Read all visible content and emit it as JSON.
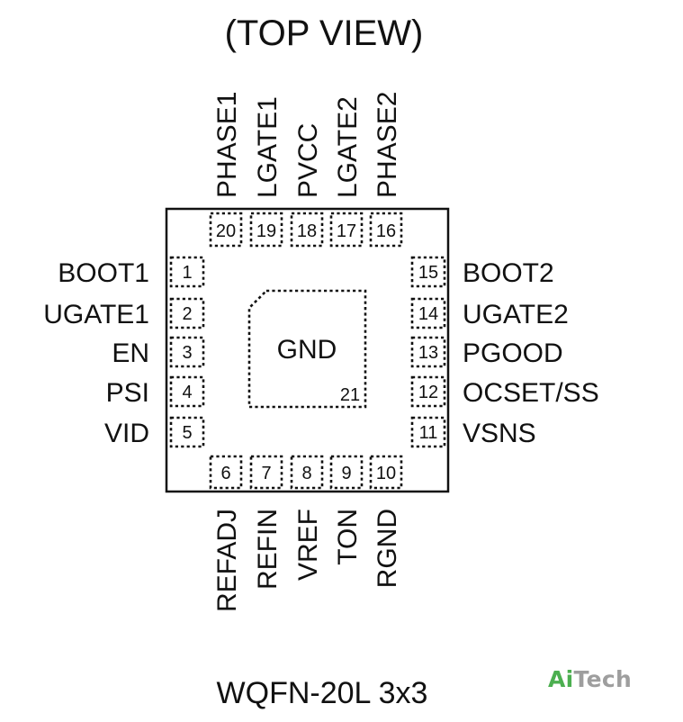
{
  "title": "(TOP VIEW)",
  "package": "WQFN-20L 3x3",
  "logo": {
    "first": "Ai",
    "second": "Tech"
  },
  "exposed_pad": {
    "name": "GND",
    "number": "21"
  },
  "pins": {
    "left": [
      {
        "number": "1",
        "name": "BOOT1"
      },
      {
        "number": "2",
        "name": "UGATE1"
      },
      {
        "number": "3",
        "name": "EN"
      },
      {
        "number": "4",
        "name": "PSI"
      },
      {
        "number": "5",
        "name": "VID"
      }
    ],
    "bottom": [
      {
        "number": "6",
        "name": "REFADJ"
      },
      {
        "number": "7",
        "name": "REFIN"
      },
      {
        "number": "8",
        "name": "VREF"
      },
      {
        "number": "9",
        "name": "TON"
      },
      {
        "number": "10",
        "name": "RGND"
      }
    ],
    "right": [
      {
        "number": "11",
        "name": "VSNS"
      },
      {
        "number": "12",
        "name": "OCSET/SS"
      },
      {
        "number": "13",
        "name": "PGOOD"
      },
      {
        "number": "14",
        "name": "UGATE2"
      },
      {
        "number": "15",
        "name": "BOOT2"
      }
    ],
    "top": [
      {
        "number": "16",
        "name": "PHASE2"
      },
      {
        "number": "17",
        "name": "LGATE2"
      },
      {
        "number": "18",
        "name": "PVCC"
      },
      {
        "number": "19",
        "name": "LGATE1"
      },
      {
        "number": "20",
        "name": "PHASE1"
      }
    ]
  }
}
